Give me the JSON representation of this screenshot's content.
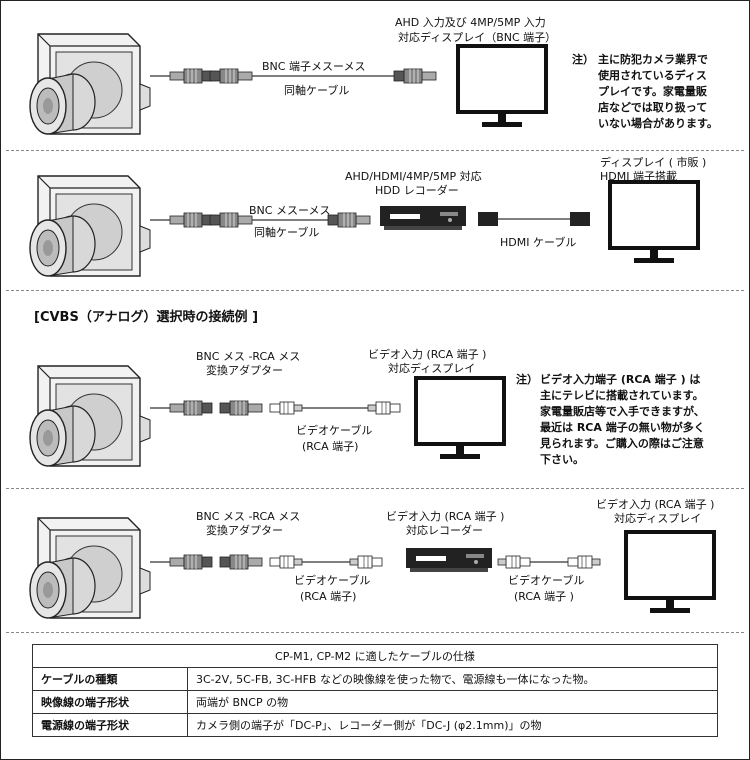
{
  "row1": {
    "cable_label_1": "BNC 端子メスーメス",
    "cable_label_2": "同軸ケーブル",
    "display_label_1": "AHD 入力及び 4MP/5MP 入力",
    "display_label_2": "対応ディスプレイ（BNC 端子）",
    "note_prefix": "注）",
    "note_lines": [
      "主に防犯カメラ業界で",
      "使用されているディス",
      "プレイです。家電量販",
      "店などでは取り扱って",
      "いない場合があります。"
    ]
  },
  "row2": {
    "cable_label_1": "BNC メスーメス",
    "cable_label_2": "同軸ケーブル",
    "recorder_label_1": "AHD/HDMI/4MP/5MP 対応",
    "recorder_label_2": "HDD レコーダー",
    "hdmi_label": "HDMI ケーブル",
    "display_label_1": "ディスプレイ ( 市販 )",
    "display_label_2": "HDMI 端子搭載"
  },
  "section_title": "[CVBS（アナログ）選択時の接続例 ]",
  "row3": {
    "adapter_label_1": "BNC メス -RCA メス",
    "adapter_label_2": "変換アダプター",
    "cable_label_1": "ビデオケーブル",
    "cable_label_2": "(RCA 端子)",
    "display_label_1": "ビデオ入力 (RCA 端子 )",
    "display_label_2": "対応ディスプレイ",
    "note_prefix": "注）",
    "note_lines": [
      "ビデオ入力端子 (RCA 端子 ) は",
      "主にテレビに搭載されています。",
      "家電量販店等で入手できますが、",
      "最近は RCA 端子の無い物が多く",
      "見られます。ご購入の際はご注意",
      "下さい。"
    ]
  },
  "row4": {
    "adapter_label_1": "BNC メス -RCA メス",
    "adapter_label_2": "変換アダプター",
    "cable_label_1": "ビデオケーブル",
    "cable_label_2": "(RCA 端子)",
    "recorder_label_1": "ビデオ入力 (RCA 端子 )",
    "recorder_label_2": "対応レコーダー",
    "cable2_label_1": "ビデオケーブル",
    "cable2_label_2": "(RCA 端子 )",
    "display_label_1": "ビデオ入力 (RCA 端子 )",
    "display_label_2": "対応ディスプレイ"
  },
  "spec_table": {
    "title": "CP-M1, CP-M2 に適したケーブルの仕様",
    "rows": [
      {
        "label": "ケーブルの種類",
        "value": "3C-2V, 5C-FB, 3C-HFB などの映像線を使った物で、電源線も一体になった物。"
      },
      {
        "label": "映像線の端子形状",
        "value": "両端が BNCP の物"
      },
      {
        "label": "電源線の端子形状",
        "value": "カメラ側の端子が「DC-P」、レコーダー側が「DC-J (φ2.1mm)」の物"
      }
    ]
  }
}
